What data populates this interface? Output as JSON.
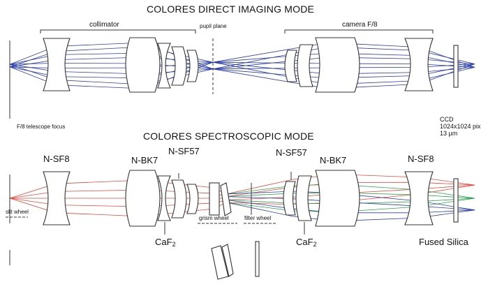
{
  "titles": {
    "imaging": "COLORES DIRECT IMAGING MODE",
    "spectroscopic": "COLORES SPECTROSCOPIC MODE"
  },
  "imaging_labels": {
    "collimator": "collimator",
    "pupil_plane": "pupil plane",
    "camera": "camera F/8",
    "telescope_focus": "F/8 telescope focus"
  },
  "ccd": {
    "line1": "CCD",
    "line2": "1024x1024 pix",
    "line3": "13 µm"
  },
  "spectro_labels": {
    "nsf8_left": "N-SF8",
    "nbk7_left": "N-BK7",
    "nsf57_left": "N-SF57",
    "nsf57_right": "N-SF57",
    "nbk7_right": "N-BK7",
    "nsf8_right": "N-SF8",
    "caf2_left": "CaF",
    "caf2_left_sub": "2",
    "caf2_right": "CaF",
    "caf2_right_sub": "2",
    "slit_wheel": "slit wheel",
    "grism_wheel": "grism wheel",
    "filter_wheel": "filter wheel",
    "fused_silica": "Fused Silica"
  },
  "colors": {
    "ray_blue": "#2c3fa8",
    "ray_red": "#e0483c",
    "ray_green": "#27a04a",
    "lens_stroke": "#333333"
  }
}
